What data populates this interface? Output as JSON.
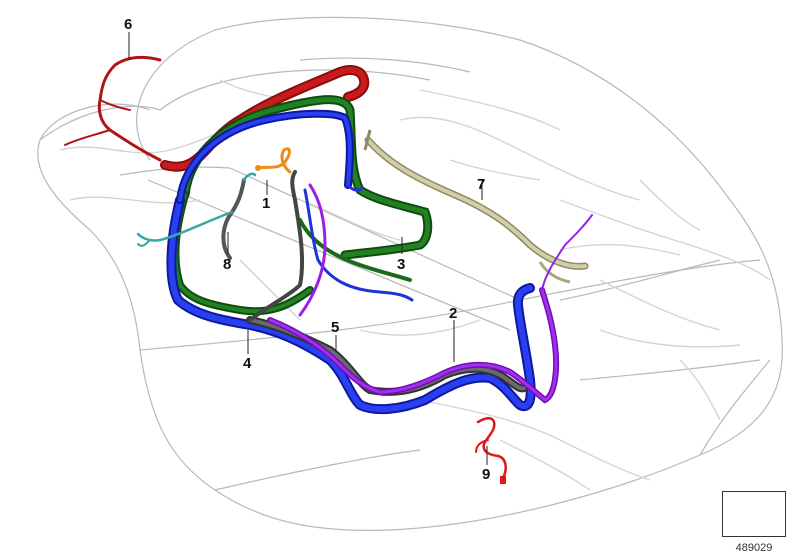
{
  "callouts": {
    "c1": "1",
    "c2": "2",
    "c3": "3",
    "c4": "4",
    "c5": "5",
    "c6": "6",
    "c7": "7",
    "c8": "8",
    "c9": "9"
  },
  "reference_number": "489029",
  "colors": {
    "harness_1": "#f08a1c",
    "harness_2": "#4d4d4d",
    "harness_3": "#1e6e1e",
    "harness_4": "#1a2ee8",
    "harness_5": "#9b1fe8",
    "harness_6": "#c41616",
    "harness_7": "#c7c49a",
    "harness_8": "#3aa6a6",
    "harness_9": "#e01818",
    "car_outline": "#b8b8b8",
    "background_wiring": "#d4d4d4"
  }
}
